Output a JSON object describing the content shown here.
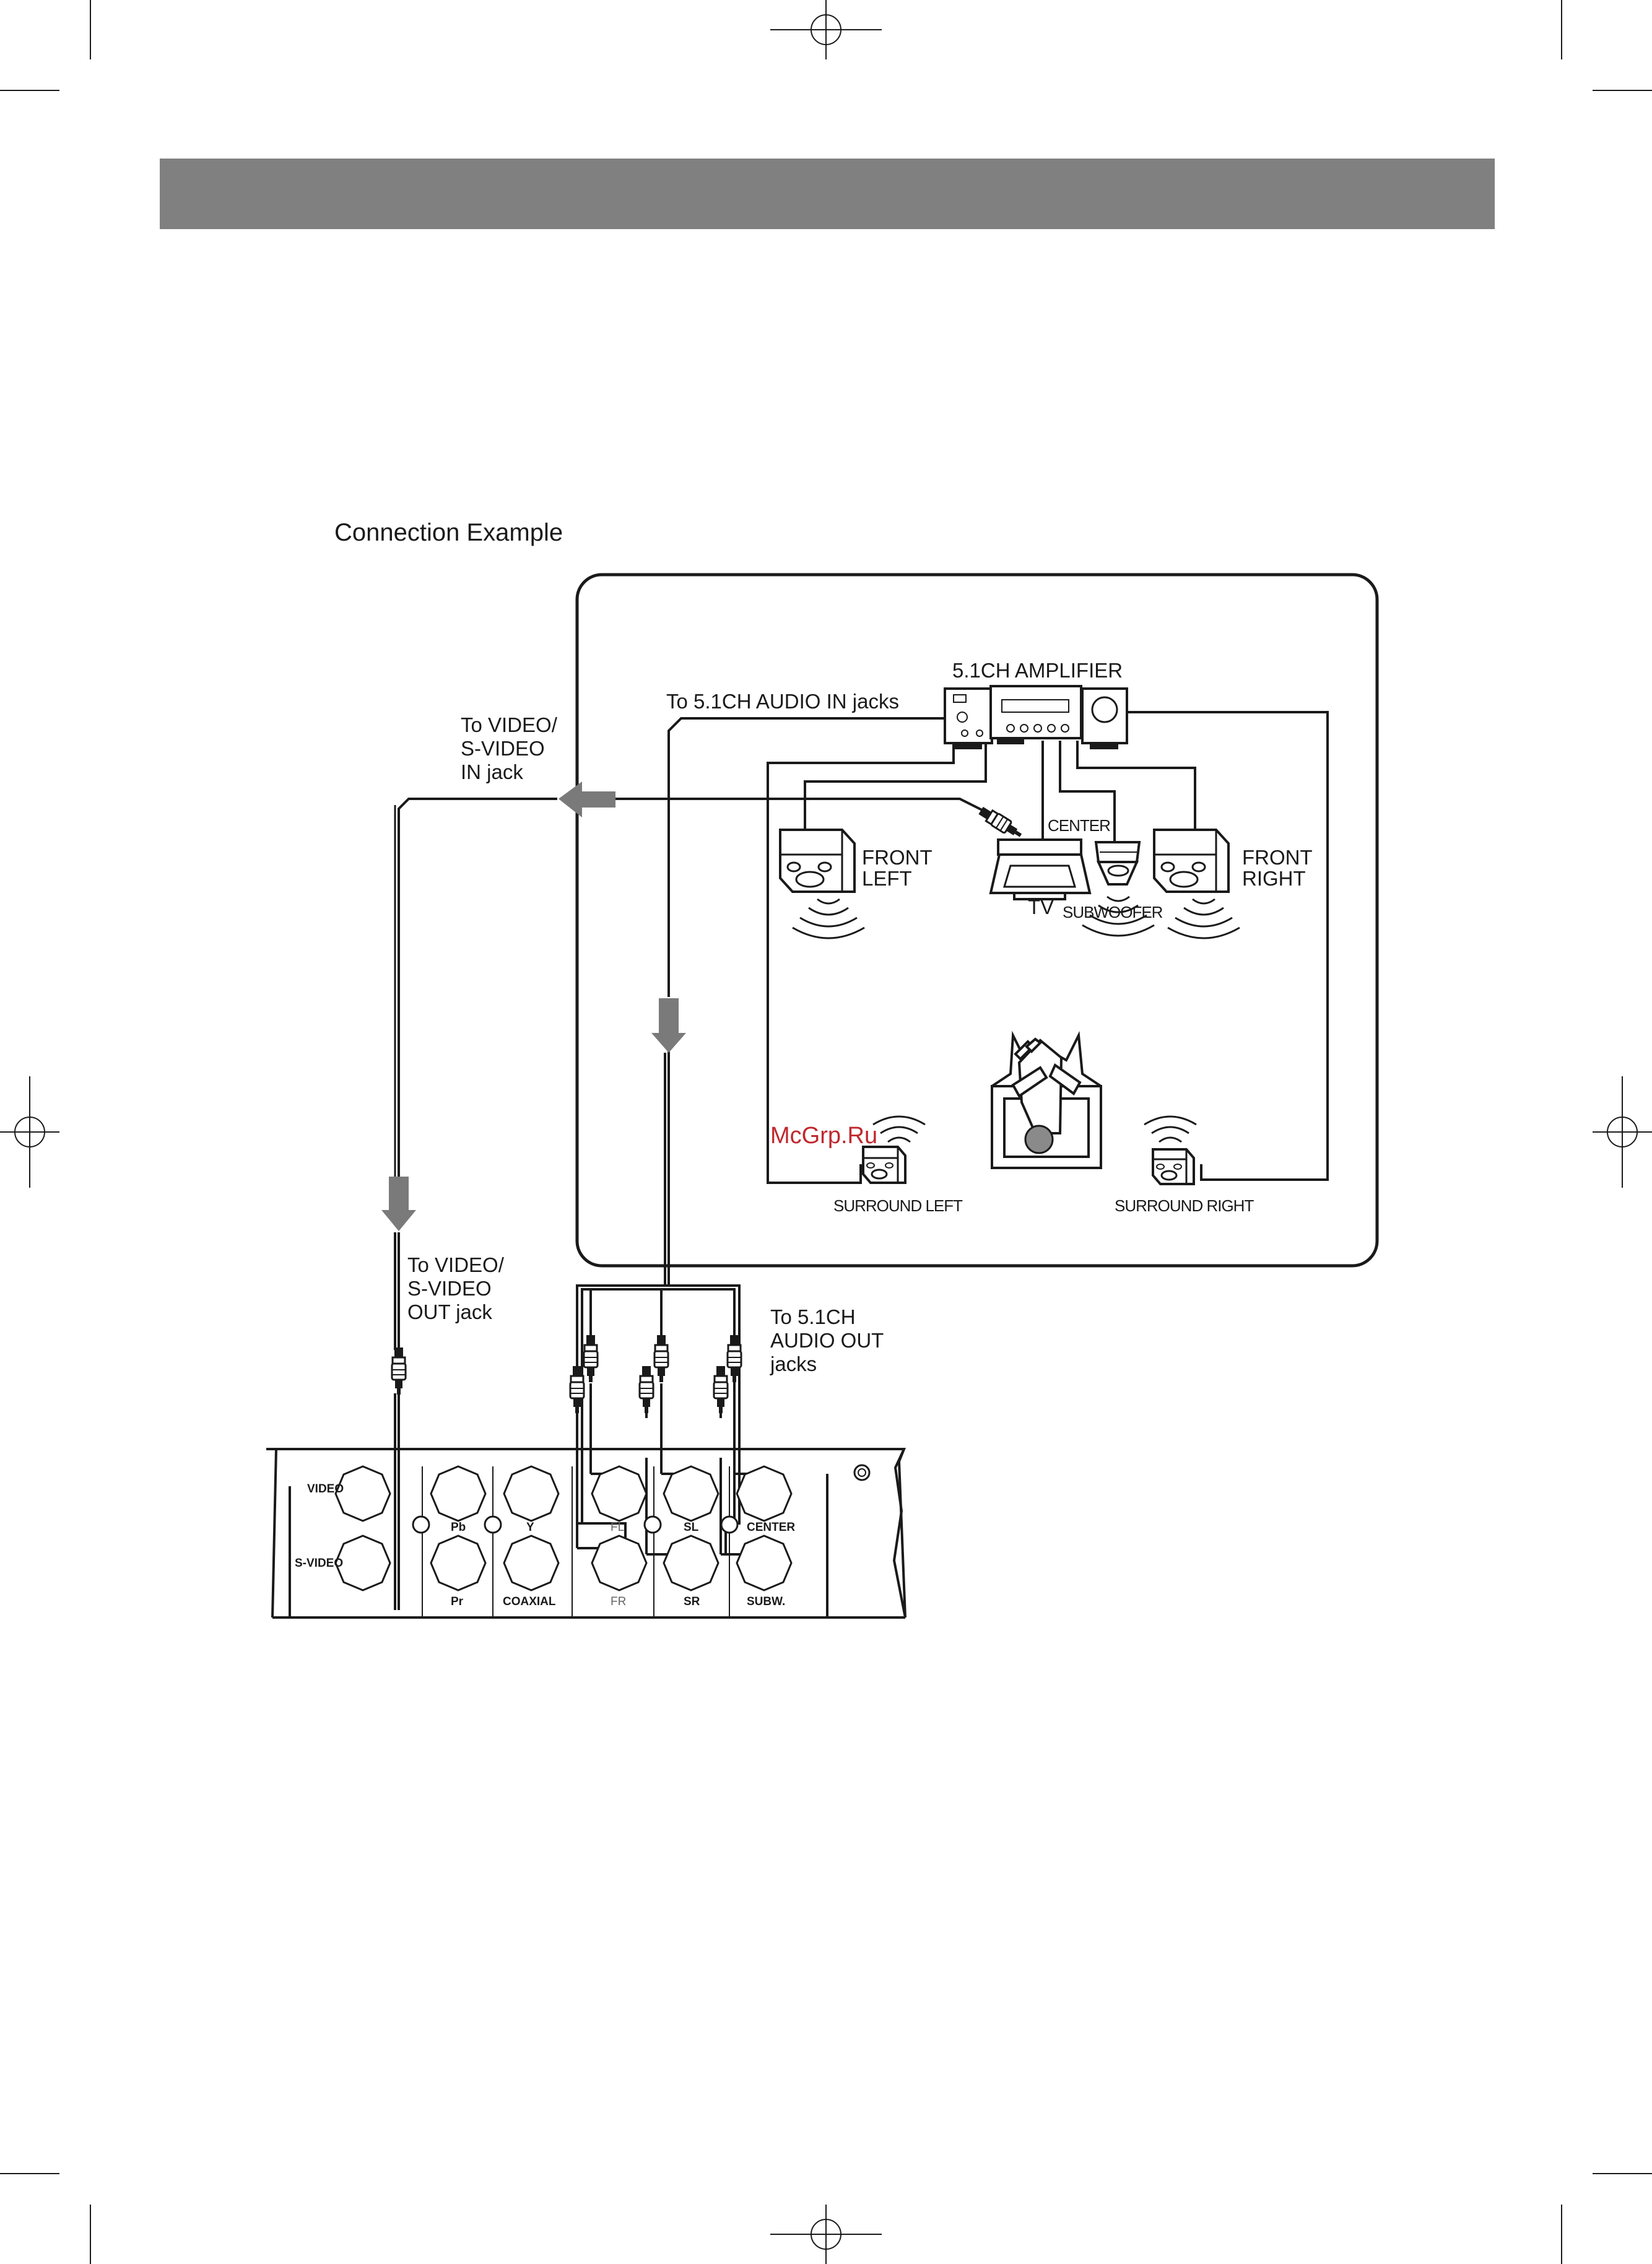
{
  "section": {
    "title": "Connection Example"
  },
  "header_band_color": "#808080",
  "accent_color": "#7a7a7a",
  "watermark": "McGrp.Ru",
  "labels": {
    "amplifier": "5.1CH AMPLIFIER",
    "to_audio_in": "To 5.1CH AUDIO IN jacks",
    "to_video_in": [
      "To VIDEO/",
      "S-VIDEO",
      "IN jack"
    ],
    "to_video_out": [
      "To VIDEO/",
      "S-VIDEO",
      "OUT jack"
    ],
    "to_audio_out": [
      "To 5.1CH",
      "AUDIO OUT",
      "jacks"
    ],
    "front_left": [
      "FRONT",
      "LEFT"
    ],
    "front_right": [
      "FRONT",
      "RIGHT"
    ],
    "center": "CENTER",
    "tv": "TV",
    "subwoofer": "SUBWOOFER",
    "surround_left": "SURROUND LEFT",
    "surround_right": "SURROUND RIGHT"
  },
  "panel": {
    "video": "VIDEO",
    "svideo": "S-VIDEO",
    "pb": "Pb",
    "y": "Y",
    "fl": "FL",
    "sl": "SL",
    "center": "CENTER",
    "pr": "Pr",
    "coaxial": "COAXIAL",
    "fr": "FR",
    "sr": "SR",
    "subw": "SUBW."
  }
}
